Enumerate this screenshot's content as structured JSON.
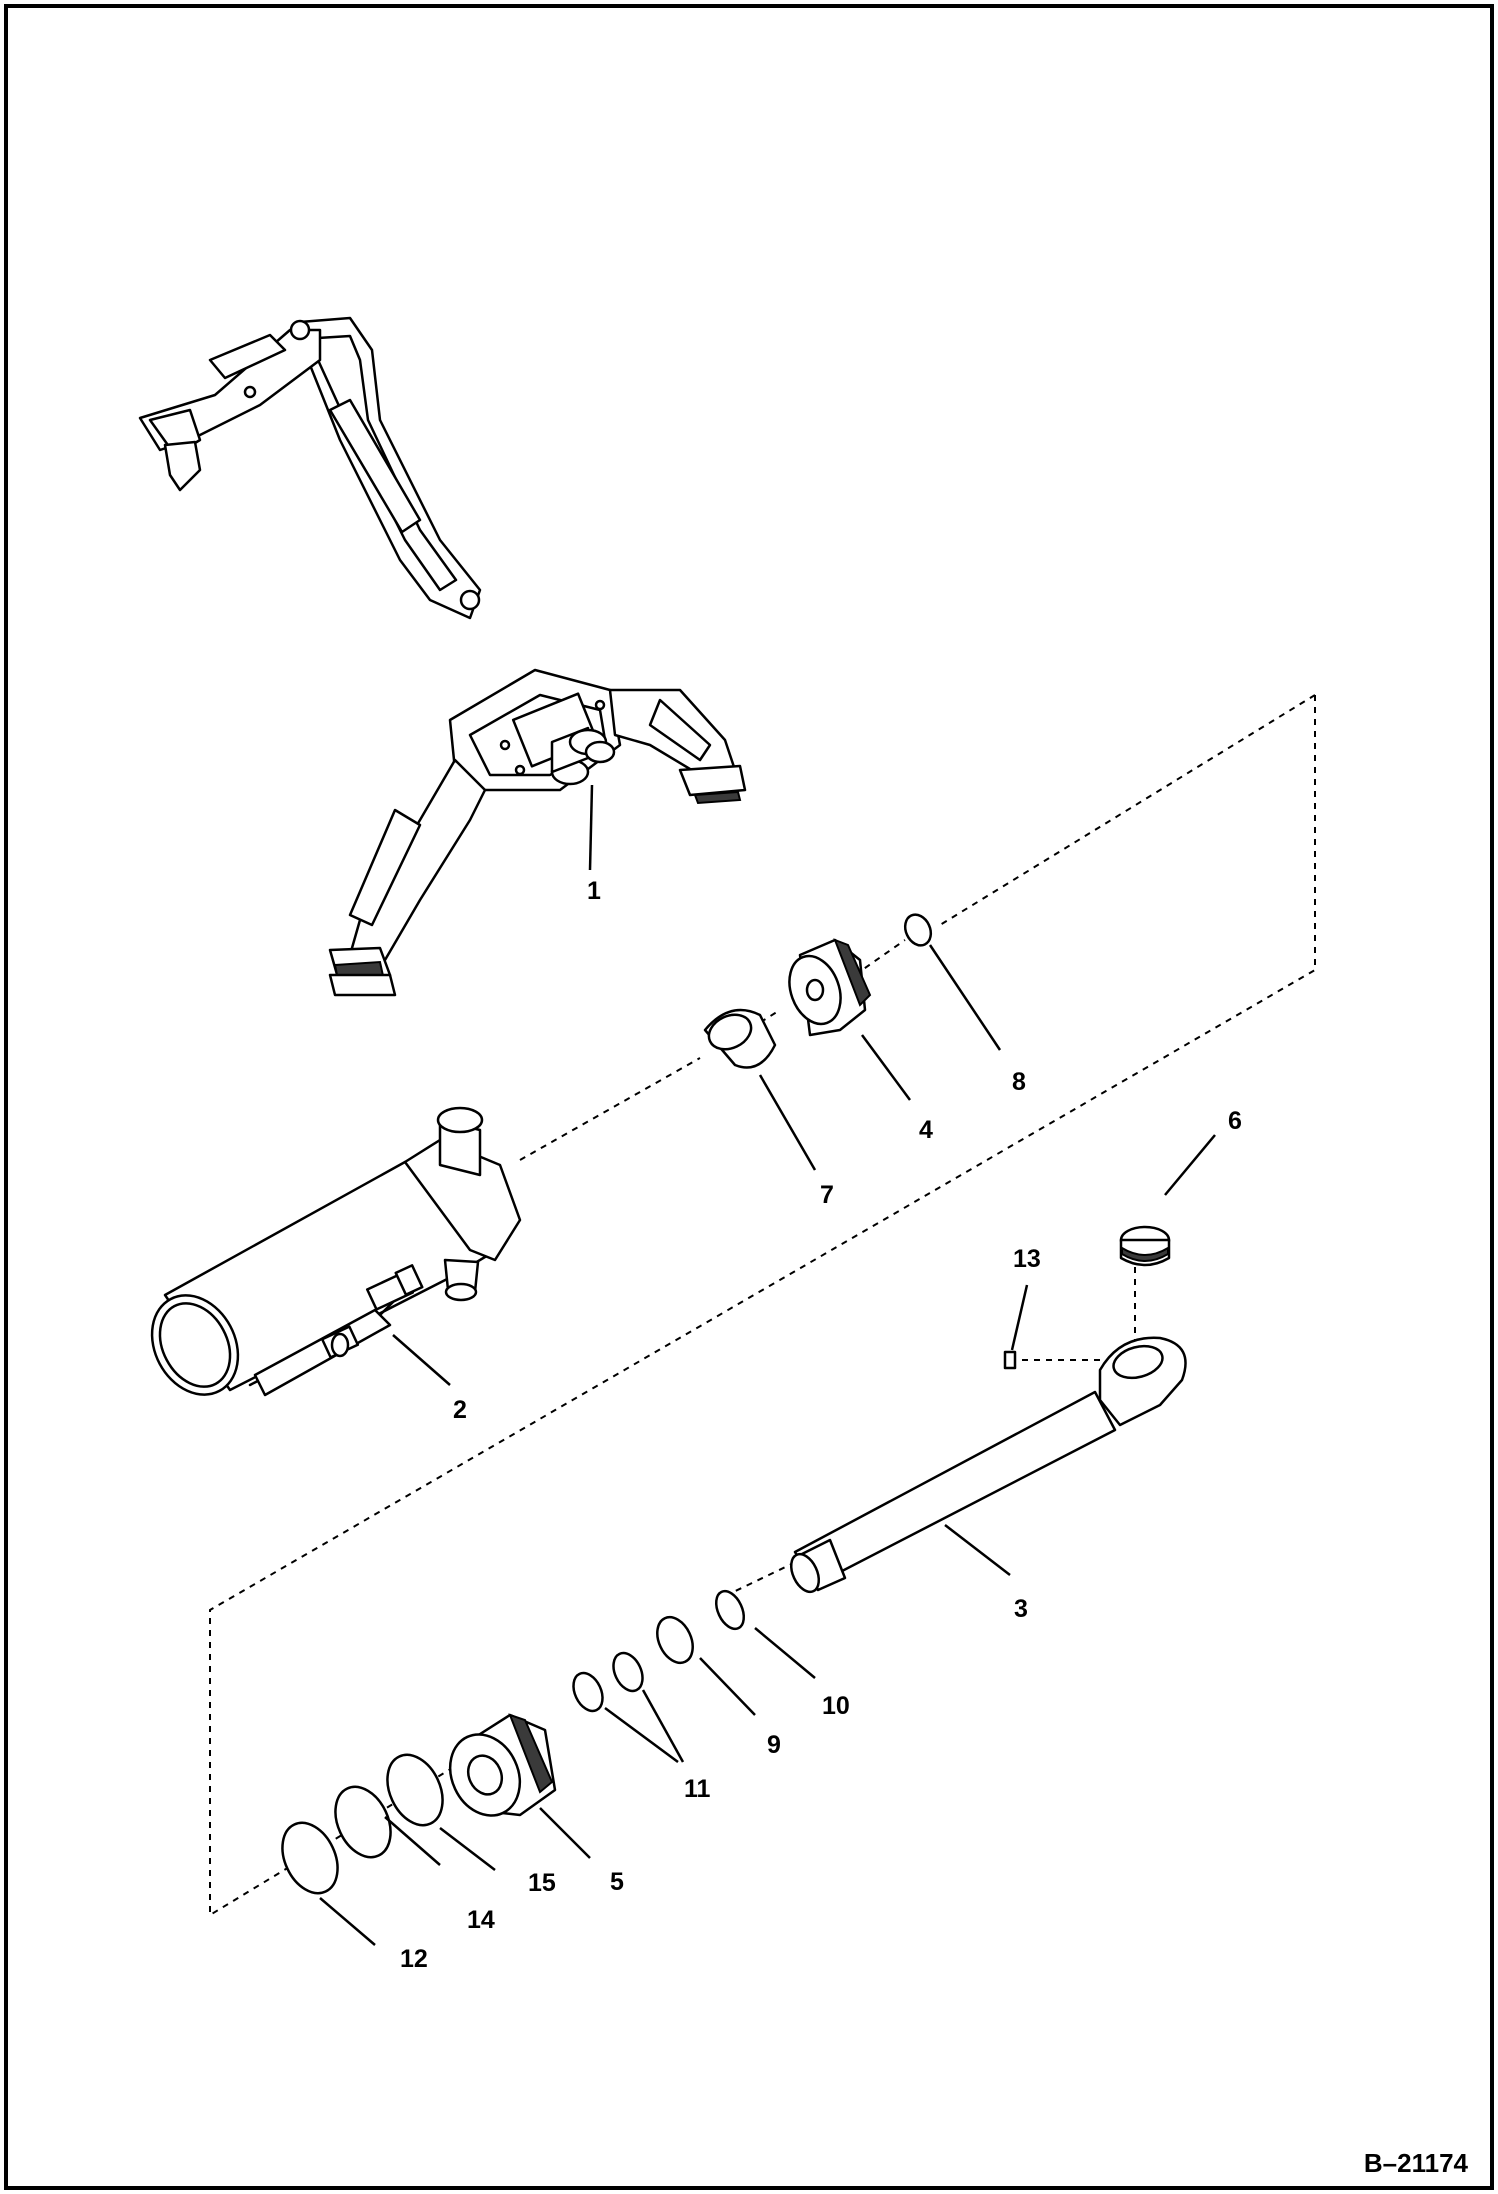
{
  "callouts": {
    "c1": "1",
    "c2": "2",
    "c3": "3",
    "c4": "4",
    "c5": "5",
    "c6": "6",
    "c7": "7",
    "c8": "8",
    "c9": "9",
    "c10": "10",
    "c11": "11",
    "c12": "12",
    "c13": "13",
    "c14": "14",
    "c15": "15"
  },
  "reference_code": "B–21174",
  "icons": {
    "machine": "backhoe-boom-icon",
    "cylinder": "hydraulic-cylinder-icon",
    "rod": "piston-rod-icon"
  },
  "colors": {
    "ink": "#000000",
    "paper": "#ffffff"
  }
}
